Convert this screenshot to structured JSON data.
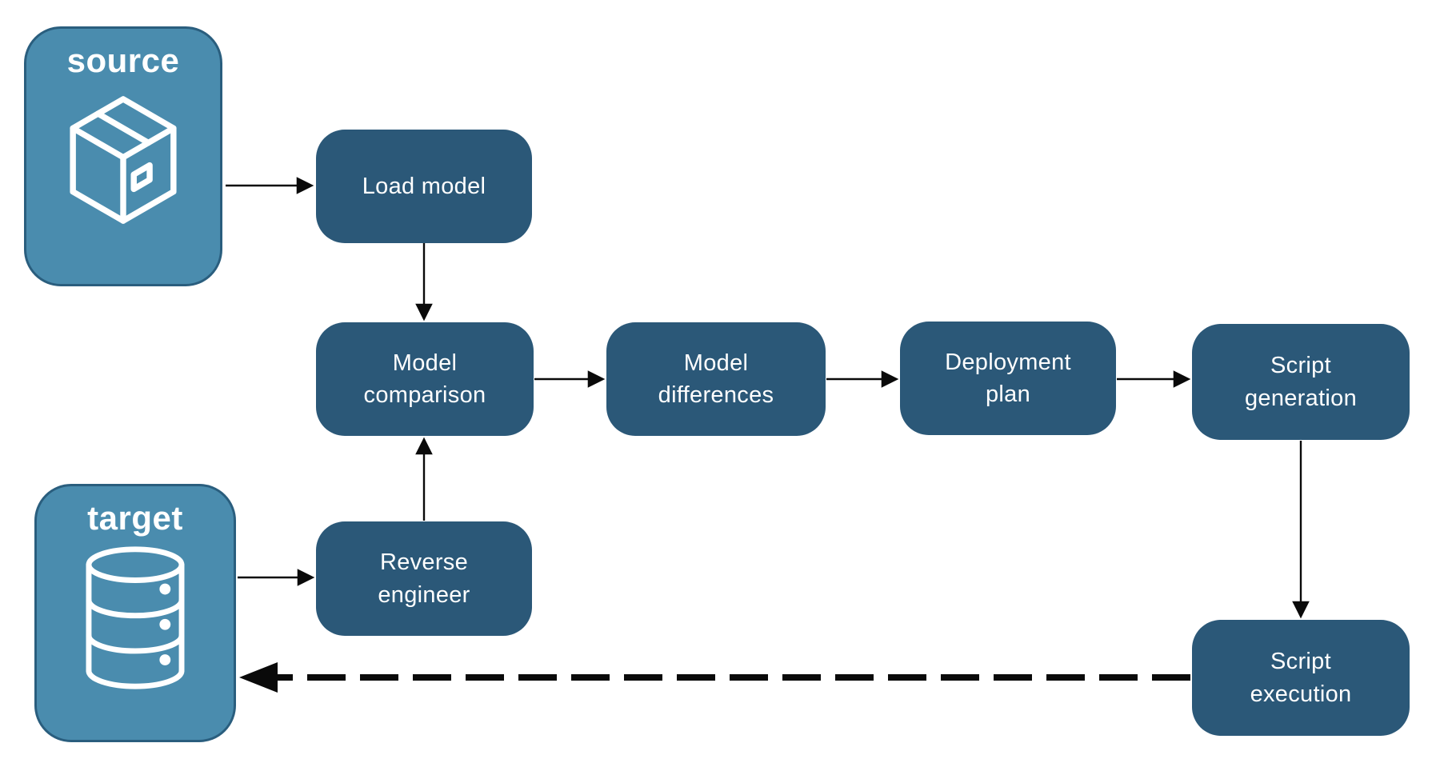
{
  "diagram": {
    "entities": {
      "source": {
        "label": "source",
        "icon": "package-icon"
      },
      "target": {
        "label": "target",
        "icon": "database-icon"
      }
    },
    "steps": {
      "load_model": {
        "line1": "Load model"
      },
      "model_comparison": {
        "line1": "Model",
        "line2": "comparison"
      },
      "model_differences": {
        "line1": "Model",
        "line2": "differences"
      },
      "deployment_plan": {
        "line1": "Deployment",
        "line2": "plan"
      },
      "script_generation": {
        "line1": "Script",
        "line2": "generation"
      },
      "reverse_engineer": {
        "line1": "Reverse",
        "line2": "engineer"
      },
      "script_execution": {
        "line1": "Script",
        "line2": "execution"
      }
    },
    "connections": [
      {
        "from": "source",
        "to": "load_model",
        "style": "solid"
      },
      {
        "from": "load_model",
        "to": "model_comparison",
        "style": "solid"
      },
      {
        "from": "model_comparison",
        "to": "model_differences",
        "style": "solid"
      },
      {
        "from": "model_differences",
        "to": "deployment_plan",
        "style": "solid"
      },
      {
        "from": "deployment_plan",
        "to": "script_generation",
        "style": "solid"
      },
      {
        "from": "script_generation",
        "to": "script_execution",
        "style": "solid"
      },
      {
        "from": "target",
        "to": "reverse_engineer",
        "style": "solid"
      },
      {
        "from": "reverse_engineer",
        "to": "model_comparison",
        "style": "solid"
      },
      {
        "from": "script_execution",
        "to": "target",
        "style": "dashed"
      }
    ]
  },
  "colors": {
    "background": "#ffffff",
    "step_fill": "#2B5878",
    "step_text": "#ffffff",
    "entity_fill": "#4A8CAE",
    "entity_border": "#2A5E7E",
    "entity_text": "#ffffff",
    "arrow": "#0a0a0a"
  }
}
